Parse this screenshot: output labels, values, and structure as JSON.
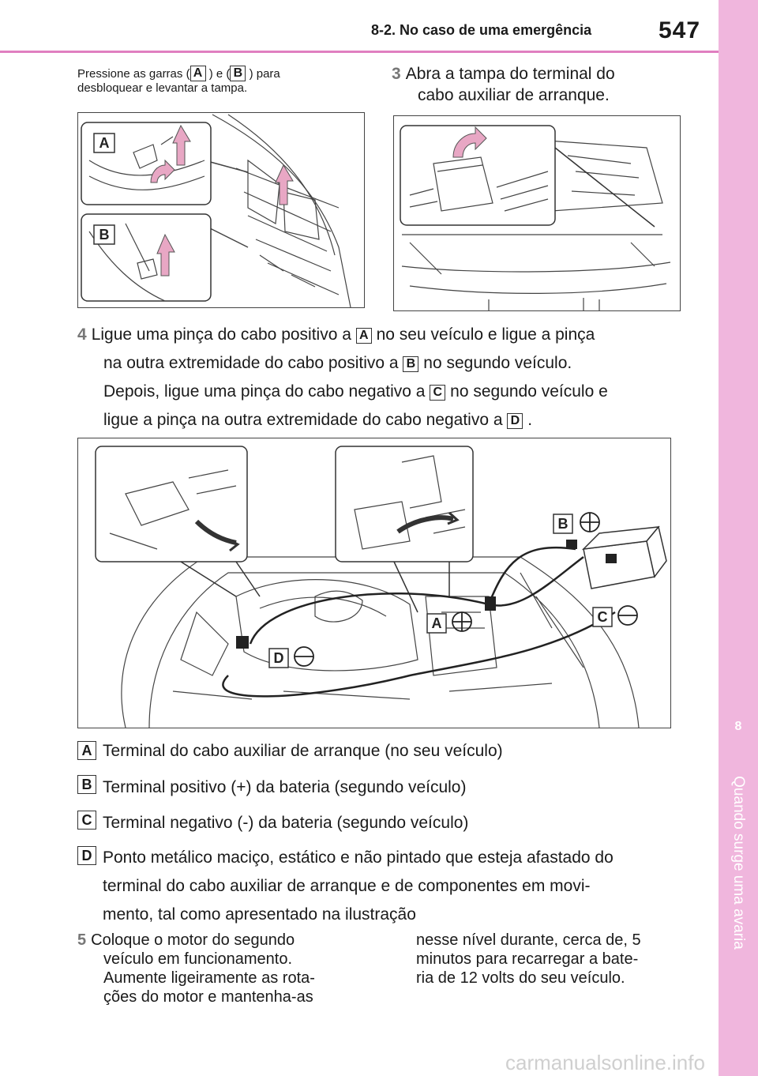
{
  "header": {
    "section": "8-2. No caso de uma emergência",
    "page_number": "547"
  },
  "side_tab": {
    "chapter": "8",
    "label": "Quando surge uma avaria"
  },
  "intro": {
    "text_a": "Pressione as garras (",
    "box_a": "A",
    "text_b": " ) e (",
    "box_b": "B",
    "text_c": " ) para",
    "line2": "desbloquear e levantar a tampa."
  },
  "step3": {
    "number": "3",
    "line1": "Abra a tampa do terminal do",
    "line2": "cabo auxiliar de arranque."
  },
  "step4": {
    "number": "4",
    "l1a": "Ligue uma pinça do cabo positivo a",
    "l1box": "A",
    "l1b": "no seu veículo e ligue a pinça",
    "l2a": "na outra extremidade do cabo positivo a",
    "l2box": "B",
    "l2b": "no segundo veículo.",
    "l3a": "Depois, ligue uma pinça do cabo negativo a",
    "l3box": "C",
    "l3b": "no segundo veículo e",
    "l4a": "ligue a pinça na outra extremidade do cabo negativo a",
    "l4box": "D",
    "l4b": "."
  },
  "figures": {
    "fig1": {
      "callout_a": "A",
      "callout_b": "B"
    },
    "fig3": {
      "label_a": "A",
      "label_b": "B",
      "label_c": "C",
      "label_d": "D"
    }
  },
  "legend": [
    {
      "tag": "A",
      "lines": [
        "Terminal do cabo auxiliar de arranque (no seu veículo)"
      ]
    },
    {
      "tag": "B",
      "lines": [
        "Terminal positivo (+) da bateria (segundo veículo)"
      ]
    },
    {
      "tag": "C",
      "lines": [
        "Terminal negativo (-) da bateria (segundo veículo)"
      ]
    },
    {
      "tag": "D",
      "lines": [
        "Ponto metálico maciço, estático e não pintado que esteja afastado do",
        "terminal do cabo auxiliar de arranque e de componentes em movi-",
        "mento, tal como apresentado na ilustração"
      ]
    }
  ],
  "step5": {
    "number": "5",
    "left_lines": [
      "Coloque o motor do segundo",
      "veículo em funcionamento.",
      "Aumente ligeiramente as rota-",
      "ções do motor e mantenha-as"
    ],
    "right_lines": [
      "nesse nível durante, cerca de, 5",
      "minutos para recarregar a bate-",
      "ria de 12 volts do seu veículo."
    ]
  },
  "watermark": "carmanualsonline.info",
  "colors": {
    "accent": "#e07fc0",
    "sidetab": "#f0b6dd",
    "arrow": "#e8a7c4"
  }
}
